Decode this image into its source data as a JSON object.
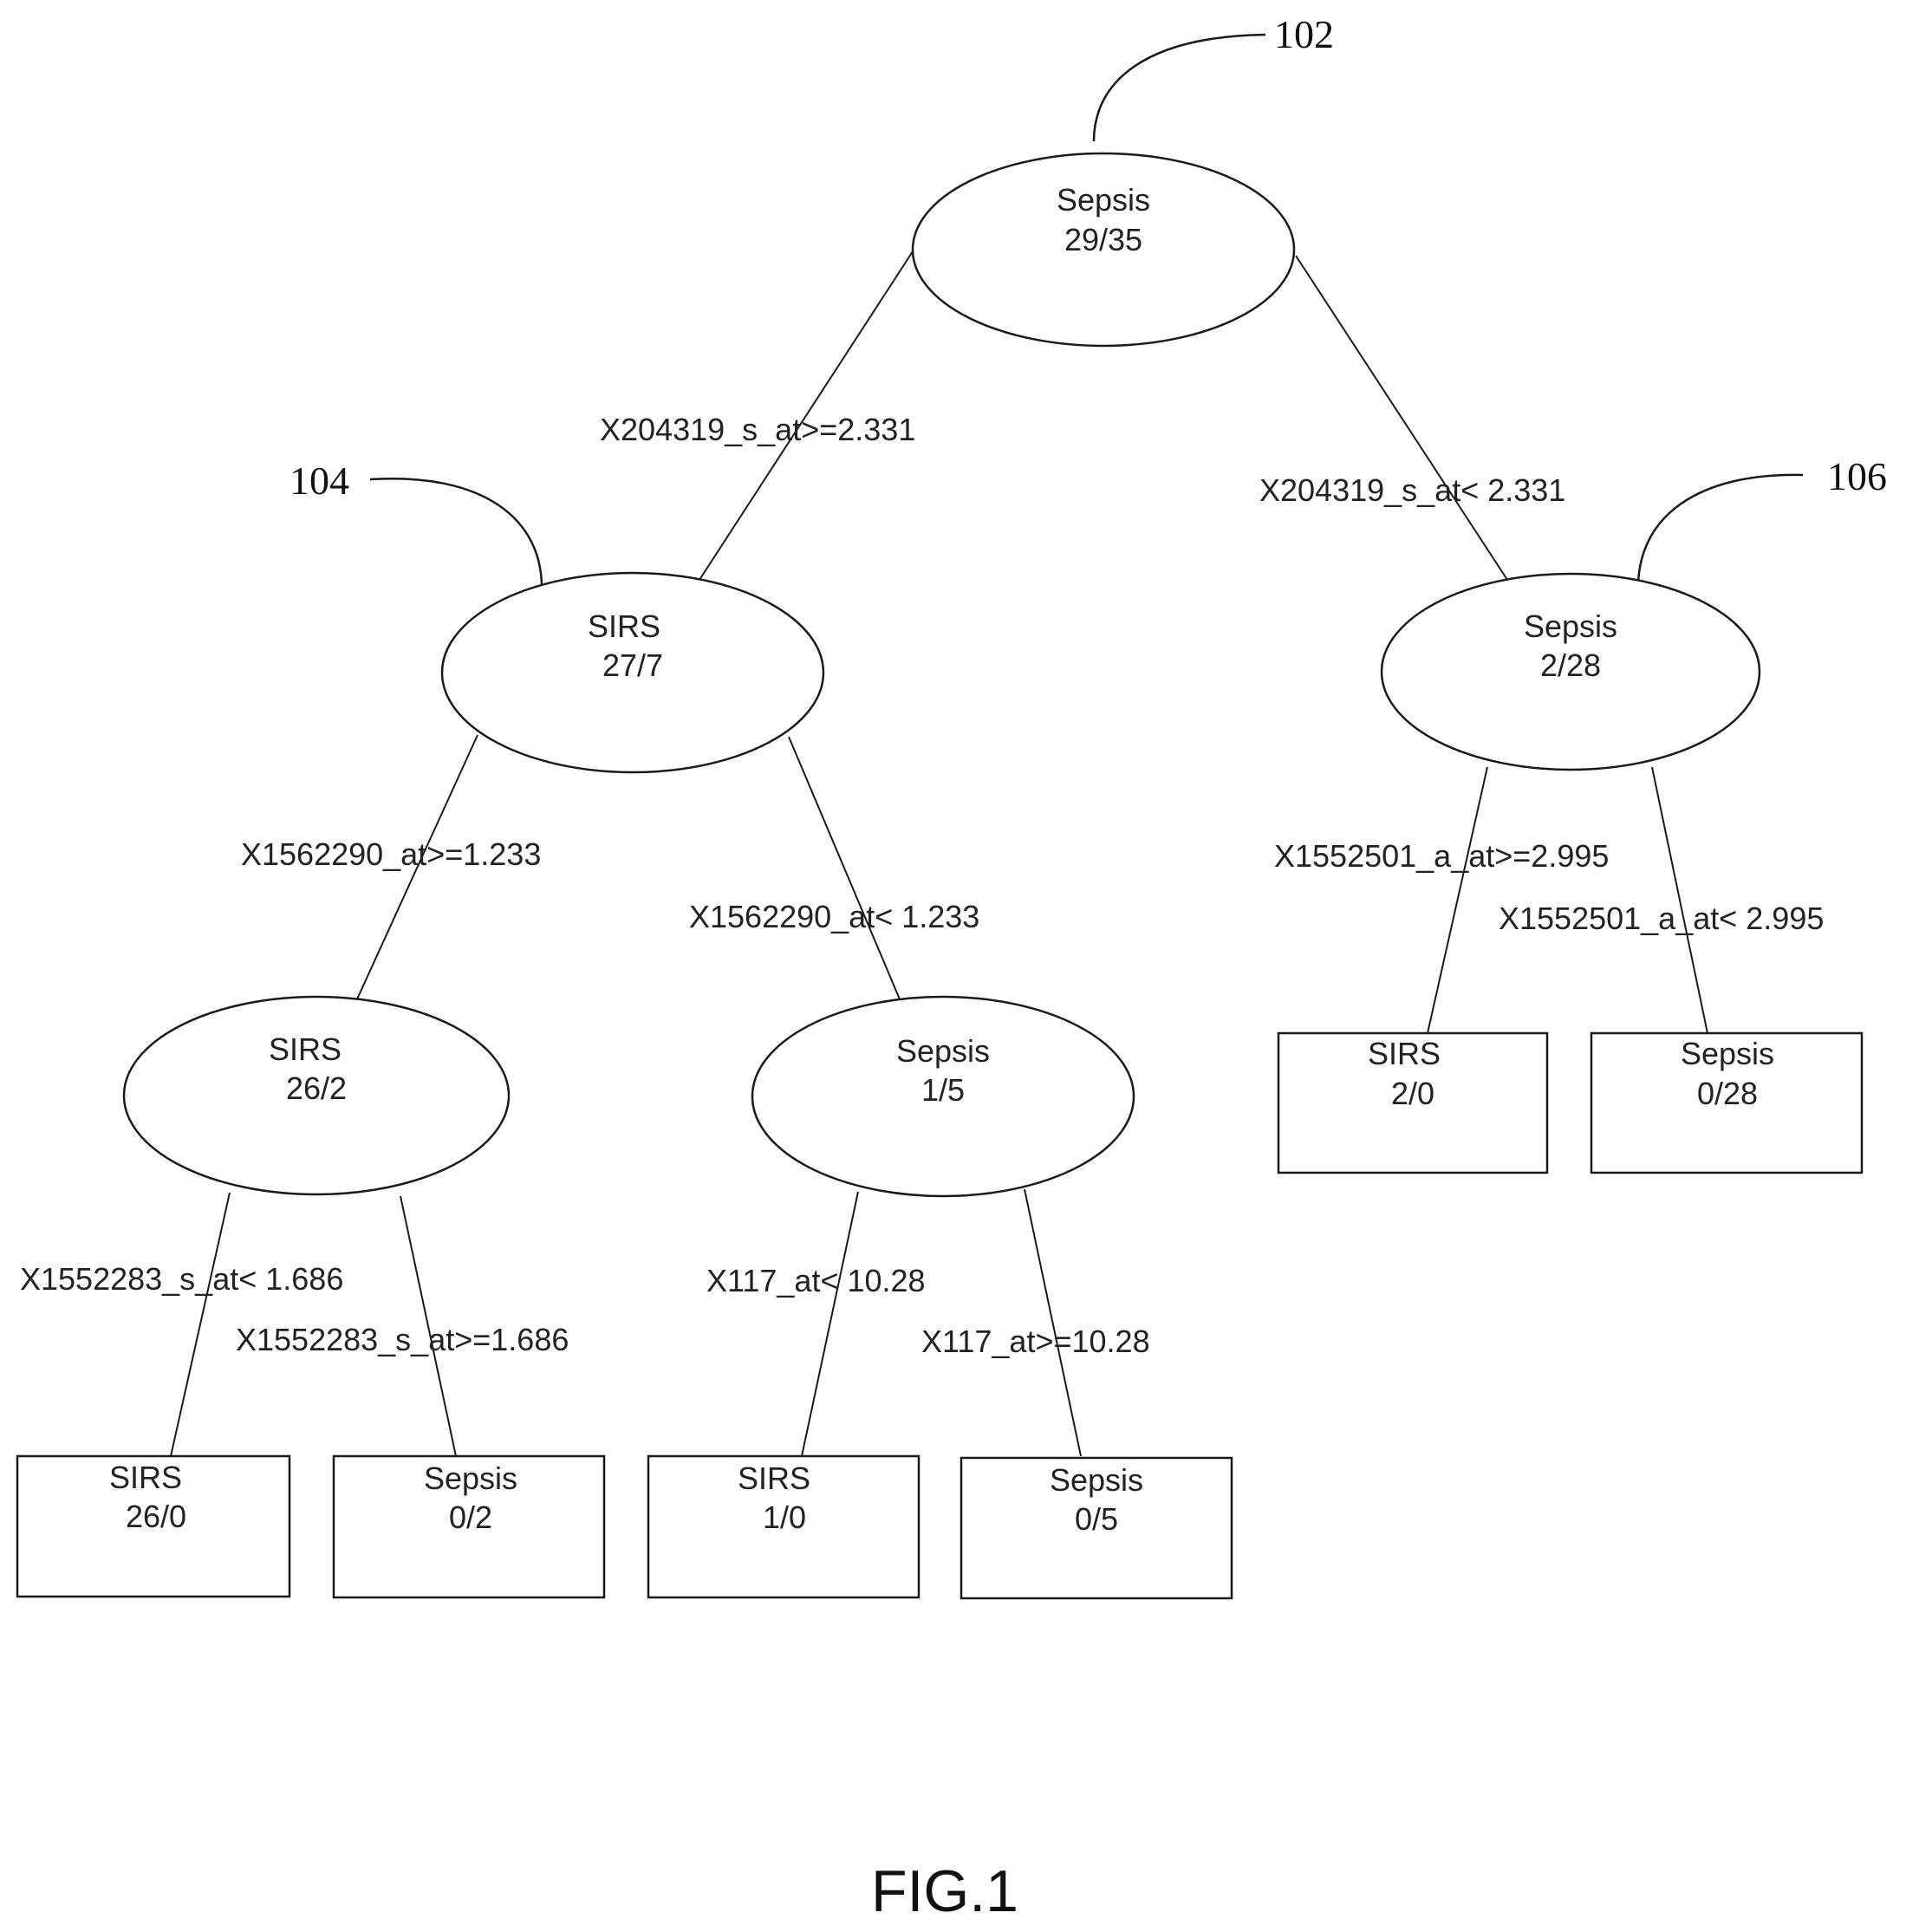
{
  "nodes": {
    "root": {
      "label": "Sepsis",
      "counts": "29/35",
      "ref": "102"
    },
    "left": {
      "label": "SIRS",
      "counts": "27/7",
      "ref": "104"
    },
    "right": {
      "label": "Sepsis",
      "counts": "2/28",
      "ref": "106"
    },
    "left_left": {
      "label": "SIRS",
      "counts": "26/2"
    },
    "left_right": {
      "label": "Sepsis",
      "counts": "1/5"
    },
    "leaf_1": {
      "label": "SIRS",
      "counts": "26/0"
    },
    "leaf_2": {
      "label": "Sepsis",
      "counts": "0/2"
    },
    "leaf_3": {
      "label": "SIRS",
      "counts": "1/0"
    },
    "leaf_4": {
      "label": "Sepsis",
      "counts": "0/5"
    },
    "leaf_5": {
      "label": "SIRS",
      "counts": "2/0"
    },
    "leaf_6": {
      "label": "Sepsis",
      "counts": "0/28"
    }
  },
  "edges": {
    "root_left": "X204319_s_at>=2.331",
    "root_right": "X204319_s_at< 2.331",
    "left_left": "X1562290_at>=1.233",
    "left_right": "X1562290_at< 1.233",
    "right_leaf5": "X1552501_a_at>=2.995",
    "right_leaf6": "X1552501_a_at< 2.995",
    "ll_leaf1": "X1552283_s_at< 1.686",
    "ll_leaf2": "X1552283_s_at>=1.686",
    "lr_leaf3": "X117_at< 10.28",
    "lr_leaf4": "X117_at>=10.28"
  },
  "figure_label": "FIG.1"
}
